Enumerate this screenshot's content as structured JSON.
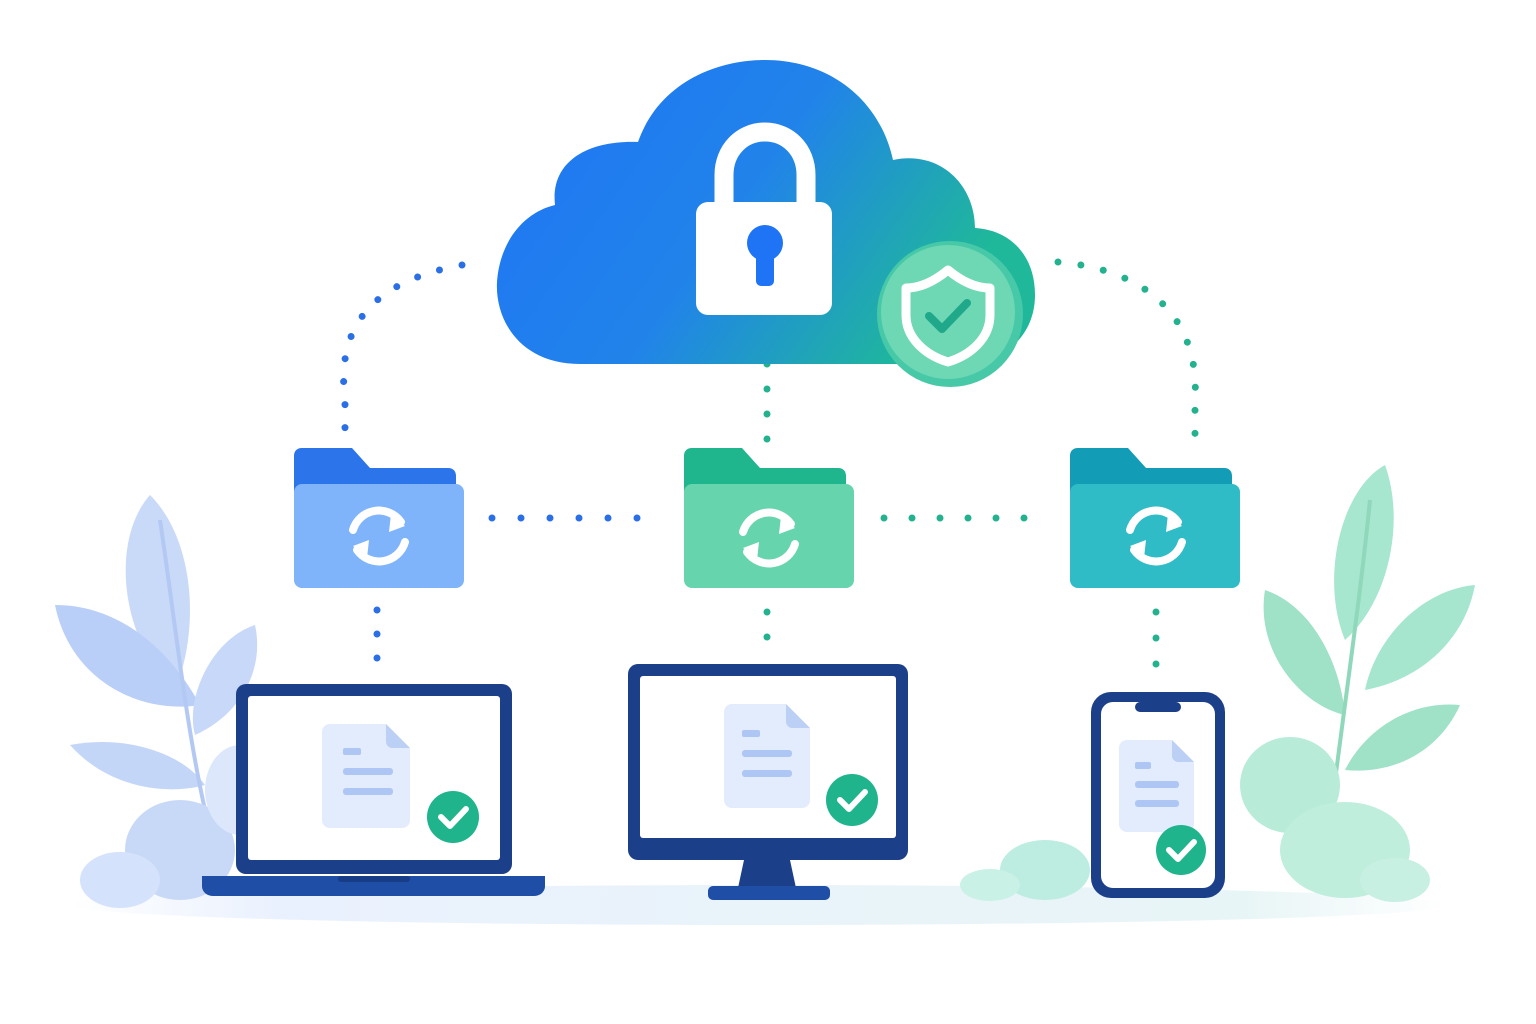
{
  "colors": {
    "cloud_start": "#1f74f5",
    "cloud_end": "#1fb89a",
    "shield": "#5fd3ad",
    "folder_blue": "#7fb4fb",
    "folder_blue_tab": "#2b74ea",
    "folder_green": "#66d4ad",
    "folder_green_tab": "#1fb58d",
    "folder_teal": "#2fbcc6",
    "folder_teal_tab": "#129cb6",
    "device_frame": "#1c3f8a",
    "check_badge": "#1fb48c",
    "dots_blue": "#2a6fe6",
    "dots_green": "#23b28d",
    "foliage_left": "#b7cdf7",
    "foliage_right": "#8fdcbc"
  },
  "diagram": {
    "cloud": {
      "icon": "lock-icon",
      "badge_icon": "shield-check-icon"
    },
    "folders": [
      {
        "id": "folder-left",
        "icon": "sync-icon",
        "color": "blue"
      },
      {
        "id": "folder-center",
        "icon": "sync-icon",
        "color": "green"
      },
      {
        "id": "folder-right",
        "icon": "sync-icon",
        "color": "teal"
      }
    ],
    "devices": [
      {
        "id": "laptop",
        "icon": "laptop-icon",
        "file_icon": "document-icon",
        "status_icon": "check-icon"
      },
      {
        "id": "monitor",
        "icon": "monitor-icon",
        "file_icon": "document-icon",
        "status_icon": "check-icon"
      },
      {
        "id": "phone",
        "icon": "phone-icon",
        "file_icon": "document-icon",
        "status_icon": "check-icon"
      }
    ]
  }
}
